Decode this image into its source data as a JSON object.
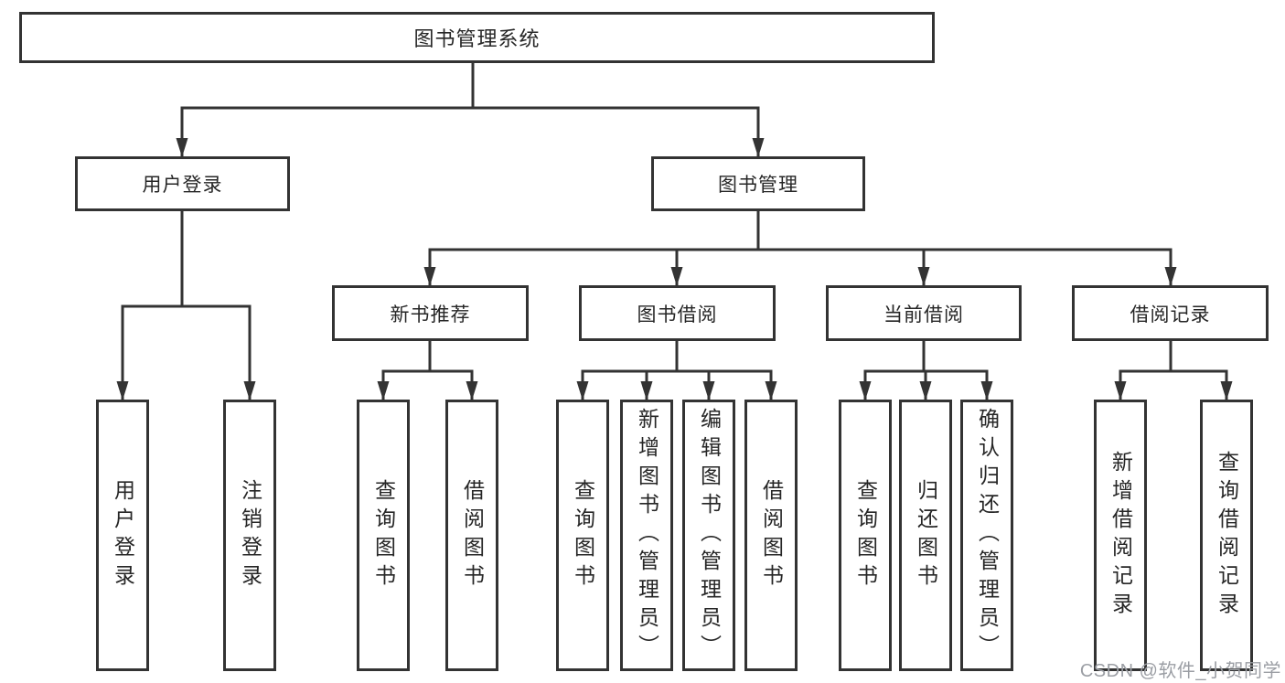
{
  "tree": {
    "root": "图书管理系统",
    "l2": [
      "用户登录",
      "图书管理"
    ],
    "l3": [
      "新书推荐",
      "图书借阅",
      "当前借阅",
      "借阅记录"
    ],
    "leaves": {
      "login": [
        "用户登录",
        "注销登录"
      ],
      "recommend": [
        "查询图书",
        "借阅图书"
      ],
      "borrow": [
        "查询图书",
        "新增图书（管理员）",
        "编辑图书（管理员）",
        "借阅图书"
      ],
      "current": [
        "查询图书",
        "归还图书",
        "确认归还（管理员）"
      ],
      "records": [
        "新增借阅记录",
        "查询借阅记录"
      ]
    }
  },
  "watermark": "CSDN @软件_小贺同学",
  "colors": {
    "line": "#333333",
    "text": "#262626",
    "watermark": "#9b9ea4",
    "background": "#ffffff"
  }
}
